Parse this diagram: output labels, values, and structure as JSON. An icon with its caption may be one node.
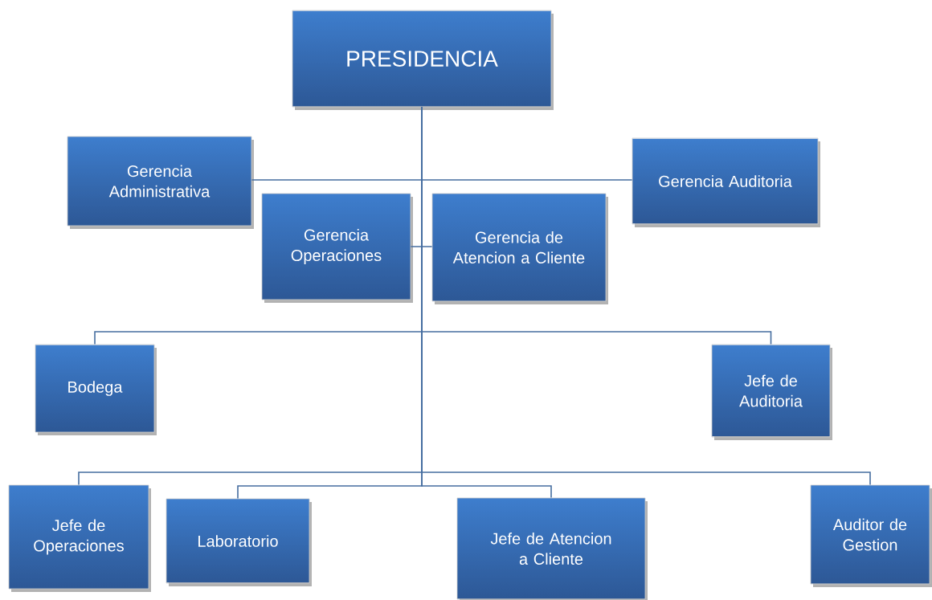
{
  "diagram": {
    "nodes": [
      {
        "text": [
          "PRESIDENCIA"
        ]
      },
      {
        "text": [
          "Gerencia Administrativa"
        ]
      },
      {
        "text": [
          "Gerencia Auditoria"
        ]
      },
      {
        "text": [
          "Gerencia Operaciones"
        ]
      },
      {
        "text": [
          "Gerencia de Atencion a Cliente"
        ]
      },
      {
        "text": [
          "Bodega"
        ]
      },
      {
        "text": [
          "Jefe de Auditoria"
        ]
      },
      {
        "text": [
          "Jefe de Operaciones"
        ]
      },
      {
        "text": [
          "Laboratorio"
        ]
      },
      {
        "text": [
          "Jefe de Atencion a Cliente"
        ]
      },
      {
        "text": [
          "Auditor de Gestion"
        ]
      }
    ],
    "edges": [
      {
        "from": 0,
        "to": 1,
        "arrow": "none"
      },
      {
        "from": 0,
        "to": 2,
        "arrow": "none"
      },
      {
        "from": 0,
        "to": 3,
        "arrow": "none"
      },
      {
        "from": 0,
        "to": 4,
        "arrow": "none"
      },
      {
        "from": 0,
        "to": 5,
        "arrow": "none"
      },
      {
        "from": 0,
        "to": 6,
        "arrow": "none"
      },
      {
        "from": 0,
        "to": 7,
        "arrow": "none"
      },
      {
        "from": 0,
        "to": 8,
        "arrow": "none"
      },
      {
        "from": 0,
        "to": 9,
        "arrow": "none"
      },
      {
        "from": 0,
        "to": 10,
        "arrow": "none"
      }
    ]
  }
}
